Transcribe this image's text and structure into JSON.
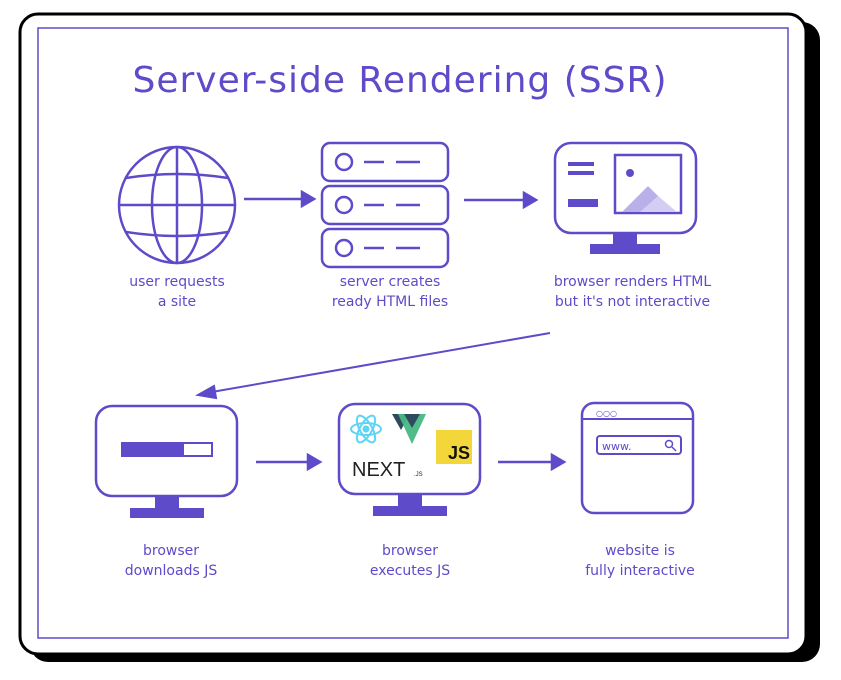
{
  "title": "Server-side Rendering (SSR)",
  "colors": {
    "accent": "#5d4bc9",
    "shadow": "#000000",
    "js_badge": "#f2d63a",
    "vue_dark": "#2f4a5e",
    "react": "#5fd4f4"
  },
  "steps": [
    {
      "line1": "user requests",
      "line2": "a site",
      "icon": "globe-icon"
    },
    {
      "line1": "server creates",
      "line2": "ready HTML files",
      "icon": "server-icon"
    },
    {
      "line1": "browser renders HTML",
      "line2": "but it's not interactive",
      "icon": "monitor-preview-icon"
    },
    {
      "line1": "browser",
      "line2": "downloads JS",
      "icon": "monitor-progress-icon"
    },
    {
      "line1": "browser",
      "line2": "executes JS",
      "icon": "monitor-frameworks-icon"
    },
    {
      "line1": "website is",
      "line2": "fully interactive",
      "icon": "browser-window-icon"
    }
  ],
  "frameworks": {
    "next": "NEXT",
    "next_suffix": ".JS",
    "js": "JS"
  },
  "browser": {
    "dots": "○○○",
    "url": "www."
  }
}
